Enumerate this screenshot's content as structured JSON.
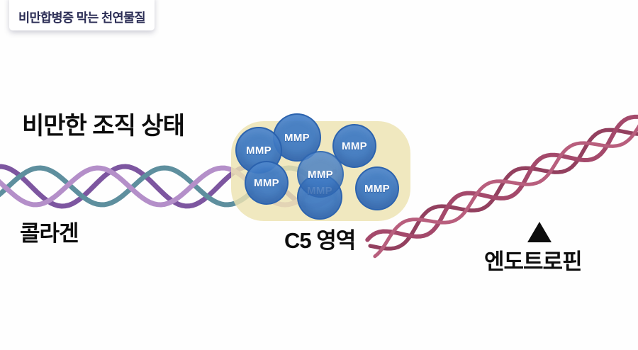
{
  "badge": {
    "title": "비만합병증 막는 천연물질"
  },
  "labels": {
    "tissue_state": "비만한 조직 상태",
    "collagen": "콜라겐",
    "c5_region": "C5 영역",
    "endotrophin": "엔도트로핀"
  },
  "mmp": {
    "label": "MMP",
    "count": 7
  },
  "marker": {
    "name": "triangle-up",
    "glyph": "▲",
    "color": "#0d0d0d"
  },
  "colors": {
    "title_navy": "#2b2d55",
    "circle_blue": "#3d79c3",
    "circle_border": "#2b61ae",
    "panel_yellow": "#ede3b2",
    "strand_teal": "#5e8f9e",
    "strand_purple_dark": "#7d56a0",
    "strand_purple_light": "#b48fc9",
    "strand_rose_dark": "#93405f",
    "strand_rose": "#a4496b",
    "strand_rose_light": "#b85e7d",
    "label_black": "#0d0d0d"
  }
}
